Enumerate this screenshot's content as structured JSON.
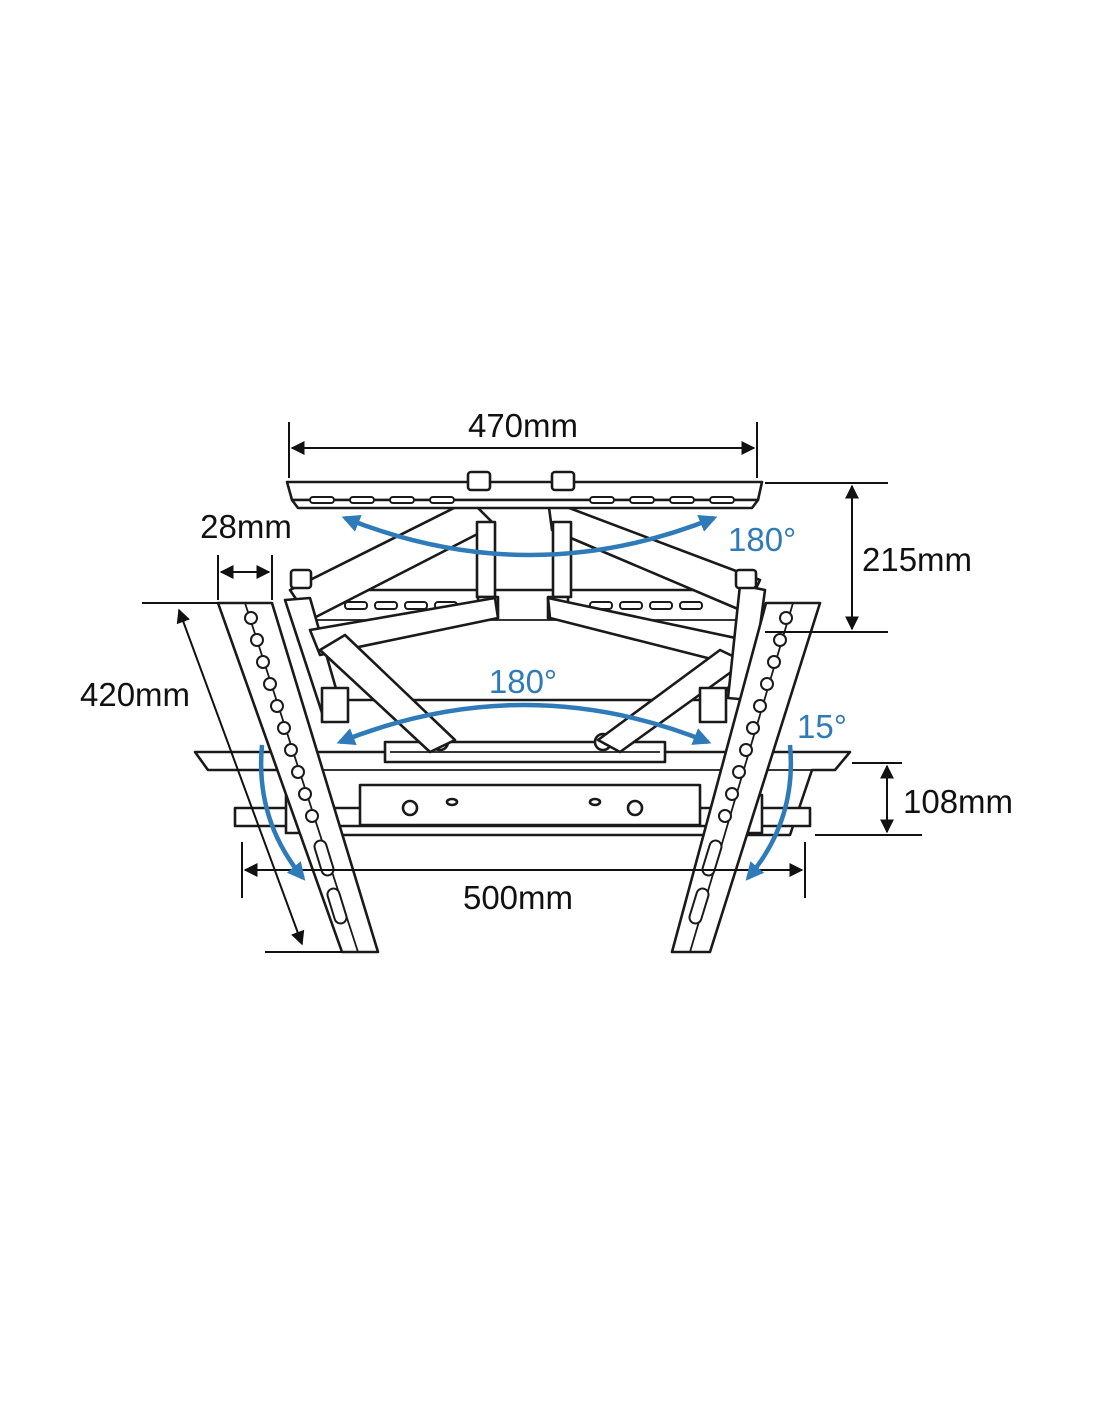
{
  "dimensions": {
    "top_plate_width": "470mm",
    "arm_depth": "215mm",
    "bracket_strip_width": "28mm",
    "bracket_height": "420mm",
    "vertical_offset": "108mm",
    "bracket_spacing": "500mm"
  },
  "rotations": {
    "top_swivel": "180°",
    "arm_swivel": "180°",
    "tilt": "15°"
  },
  "colors": {
    "line": "#1a1a1a",
    "arrow": "#2f7ab8",
    "background": "#ffffff"
  }
}
